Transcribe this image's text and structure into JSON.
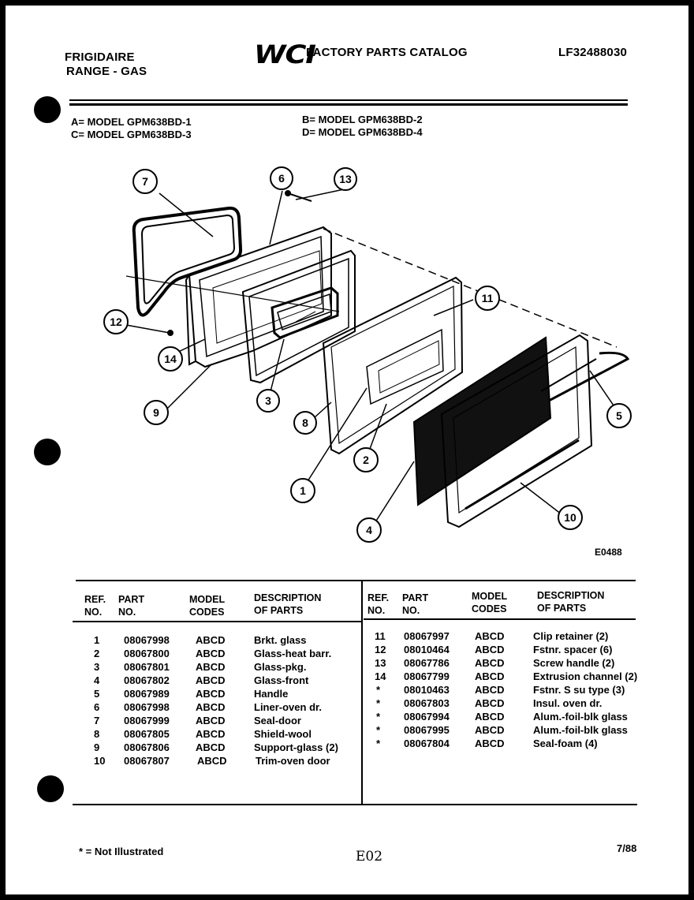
{
  "header": {
    "brand": "FRIGIDAIRE",
    "product": "RANGE - GAS",
    "logo": "WCI",
    "catalog_title": "FACTORY PARTS CATALOG",
    "catalog_number": "LF32488030"
  },
  "models": [
    {
      "text": "A= MODEL GPM638BD-1"
    },
    {
      "text": "B= MODEL GPM638BD-2"
    },
    {
      "text": "C= MODEL GPM638BD-3"
    },
    {
      "text": "D= MODEL GPM638BD-4"
    }
  ],
  "diagram": {
    "callouts": [
      "1",
      "2",
      "3",
      "4",
      "5",
      "6",
      "7",
      "8",
      "9",
      "10",
      "11",
      "12",
      "13",
      "14"
    ],
    "code": "E0488"
  },
  "table_headers": {
    "ref": "REF.",
    "no": "NO.",
    "part": "PART",
    "part_no": "NO.",
    "model": "MODEL",
    "codes": "CODES",
    "desc": "DESCRIPTION",
    "of_parts": "OF PARTS"
  },
  "parts_left": [
    {
      "ref": "1",
      "part": "08067998",
      "codes": "ABCD",
      "desc": "Brkt. glass"
    },
    {
      "ref": "2",
      "part": "08067800",
      "codes": "ABCD",
      "desc": "Glass-heat barr."
    },
    {
      "ref": "3",
      "part": "08067801",
      "codes": "ABCD",
      "desc": "Glass-pkg."
    },
    {
      "ref": "4",
      "part": "08067802",
      "codes": "ABCD",
      "desc": "Glass-front"
    },
    {
      "ref": "5",
      "part": "08067989",
      "codes": "ABCD",
      "desc": "Handle"
    },
    {
      "ref": "6",
      "part": "08067998",
      "codes": "ABCD",
      "desc": "Liner-oven dr."
    },
    {
      "ref": "7",
      "part": "08067999",
      "codes": "ABCD",
      "desc": "Seal-door"
    },
    {
      "ref": "8",
      "part": "08067805",
      "codes": "ABCD",
      "desc": "Shield-wool"
    },
    {
      "ref": "9",
      "part": "08067806",
      "codes": "ABCD",
      "desc": "Support-glass (2)"
    },
    {
      "ref": "10",
      "part": "08067807",
      "codes": "ABCD",
      "desc": "Trim-oven door"
    }
  ],
  "parts_right": [
    {
      "ref": "11",
      "part": "08067997",
      "codes": "ABCD",
      "desc": "Clip retainer (2)"
    },
    {
      "ref": "12",
      "part": "08010464",
      "codes": "ABCD",
      "desc": "Fstnr. spacer (6)"
    },
    {
      "ref": "13",
      "part": "08067786",
      "codes": "ABCD",
      "desc": "Screw handle (2)"
    },
    {
      "ref": "14",
      "part": "08067799",
      "codes": "ABCD",
      "desc": "Extrusion channel (2)"
    },
    {
      "ref": "*",
      "part": "08010463",
      "codes": "ABCD",
      "desc": "Fstnr. S su type (3)"
    },
    {
      "ref": "*",
      "part": "08067803",
      "codes": "ABCD",
      "desc": "Insul. oven dr."
    },
    {
      "ref": "*",
      "part": "08067994",
      "codes": "ABCD",
      "desc": "Alum.-foil-blk glass"
    },
    {
      "ref": "*",
      "part": "08067995",
      "codes": "ABCD",
      "desc": "Alum.-foil-blk glass"
    },
    {
      "ref": "*",
      "part": "08067804",
      "codes": "ABCD",
      "desc": "Seal-foam (4)"
    }
  ],
  "footer": {
    "note": "* = Not Illustrated",
    "page": "E02",
    "date": "7/88"
  }
}
